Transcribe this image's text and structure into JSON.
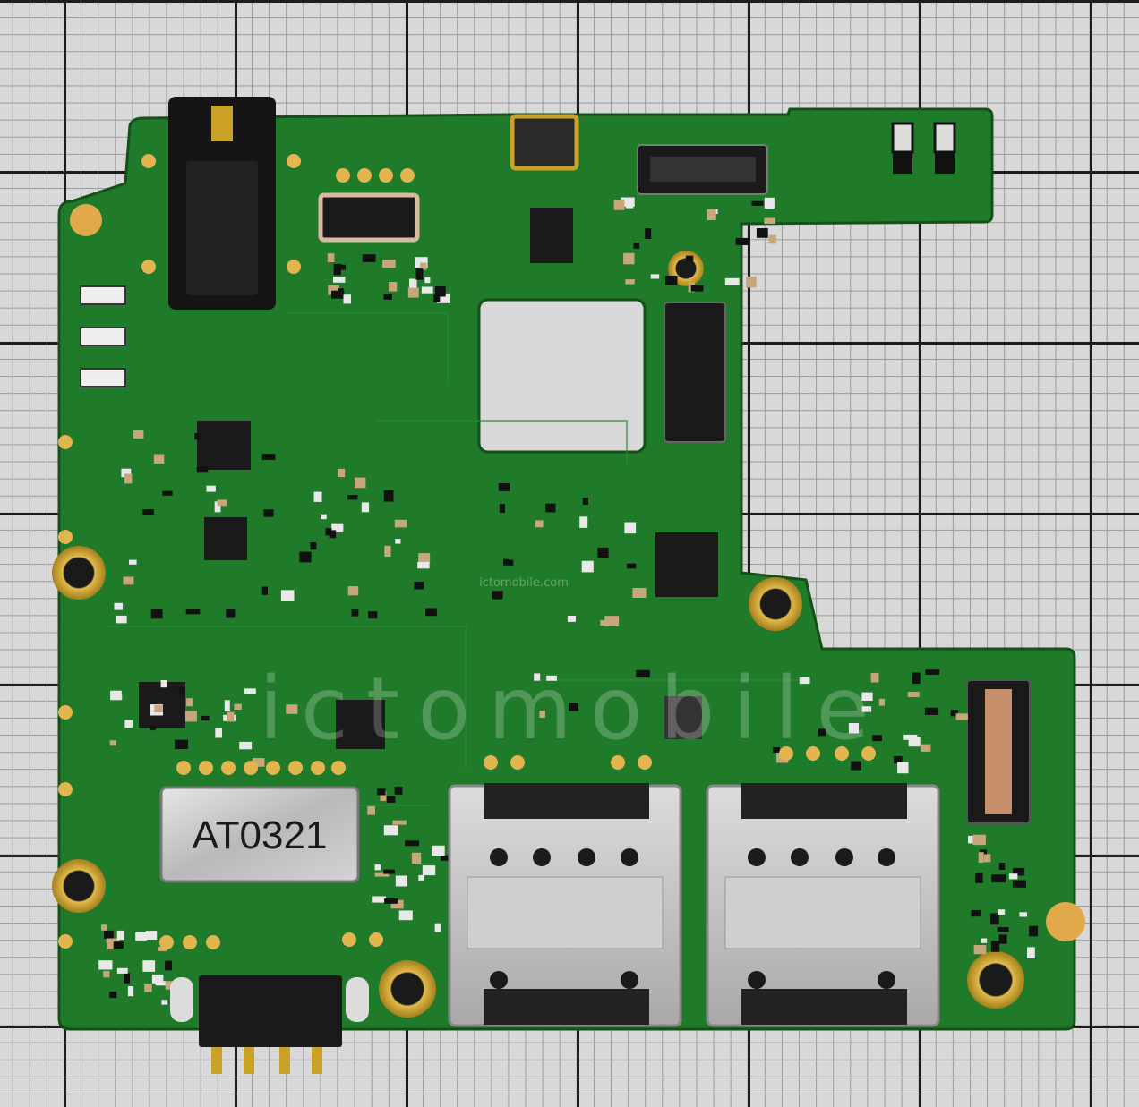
{
  "board": {
    "shield_label": "AT0321",
    "watermark_text": "ictomobile",
    "watermark_url": "ictomobile.com"
  },
  "colors": {
    "pcb_green": "#1f7a2a",
    "pcb_dark": "#165c1e",
    "gold": "#c9a227",
    "metal": "#c9c9c9",
    "chip_black": "#1a1a1a",
    "grid_line": "#1c1c1c",
    "background": "#d8d8d8"
  }
}
